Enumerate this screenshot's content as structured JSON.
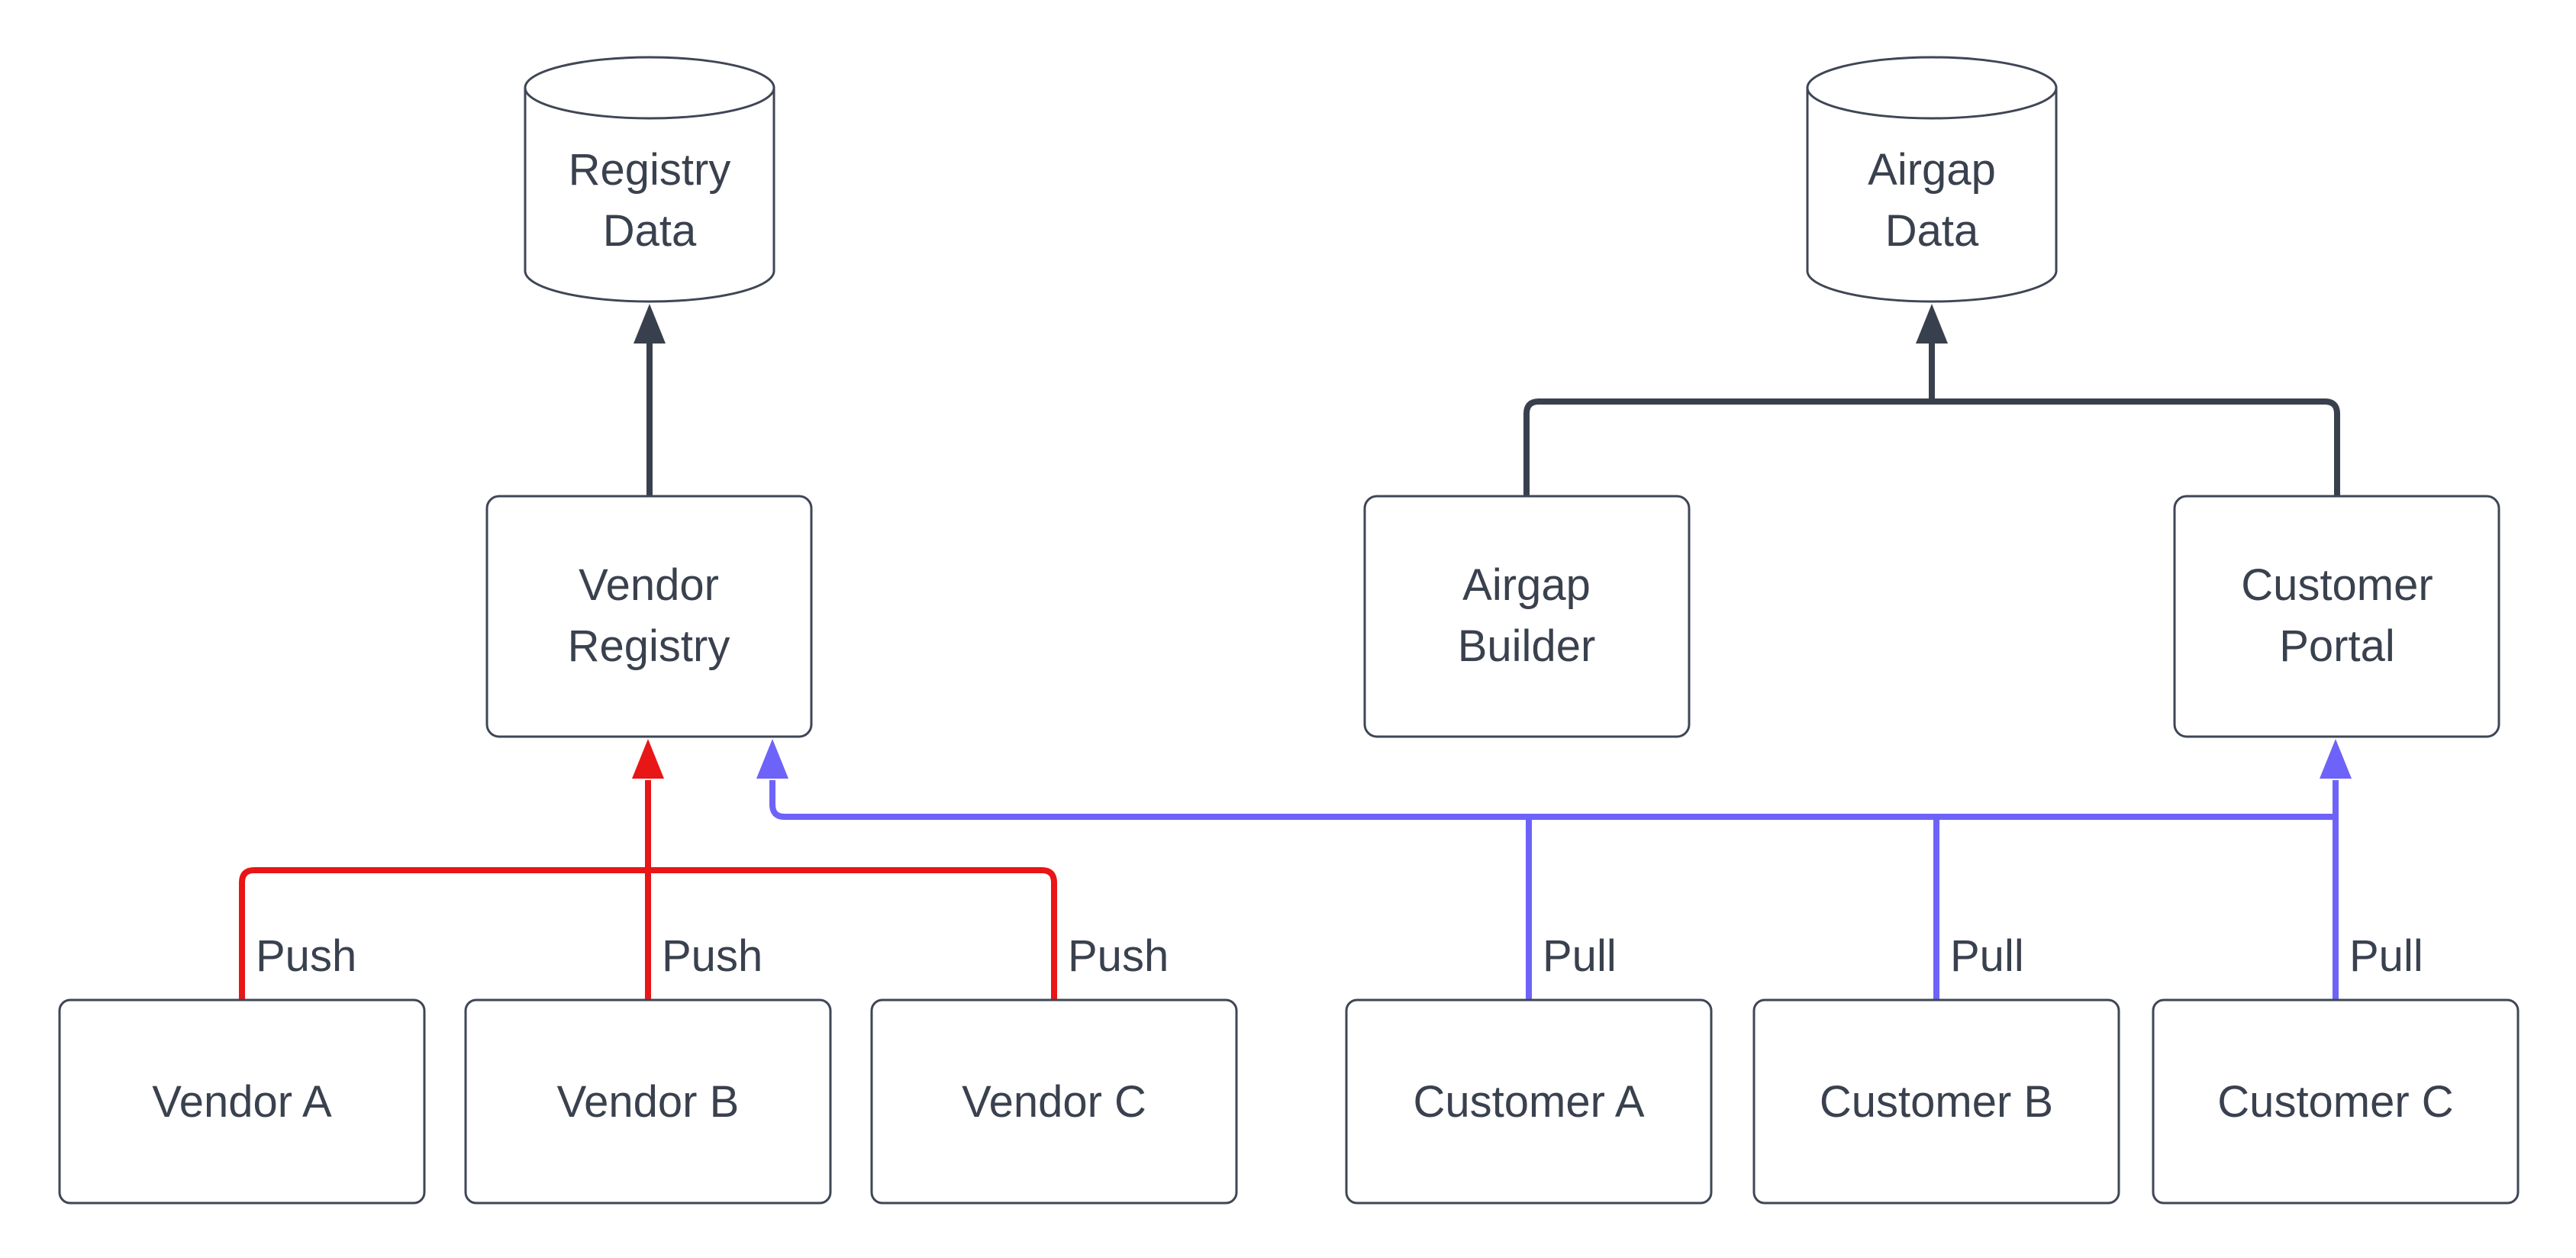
{
  "diagram": {
    "colors": {
      "background": "#ffffff",
      "text": "#3a414e",
      "node_border": "#3f4655",
      "line_dark": "#39404d",
      "push_red": "#e81616",
      "pull_blue": "#6e63f8"
    },
    "nodes": {
      "registry_data": {
        "shape": "cylinder",
        "lines": [
          "Registry",
          "Data"
        ]
      },
      "airgap_data": {
        "shape": "cylinder",
        "lines": [
          "Airgap",
          "Data"
        ]
      },
      "vendor_registry": {
        "shape": "process",
        "lines": [
          "Vendor",
          "Registry"
        ]
      },
      "airgap_builder": {
        "shape": "process",
        "lines": [
          "Airgap",
          "Builder"
        ]
      },
      "customer_portal": {
        "shape": "process",
        "lines": [
          "Customer",
          "Portal"
        ]
      },
      "vendor_a": {
        "shape": "process",
        "label": "Vendor A"
      },
      "vendor_b": {
        "shape": "process",
        "label": "Vendor B"
      },
      "vendor_c": {
        "shape": "process",
        "label": "Vendor C"
      },
      "customer_a": {
        "shape": "process",
        "label": "Customer A"
      },
      "customer_b": {
        "shape": "process",
        "label": "Customer B"
      },
      "customer_c": {
        "shape": "process",
        "label": "Customer C"
      }
    },
    "edge_labels": {
      "push_a": "Push",
      "push_b": "Push",
      "push_c": "Push",
      "pull_a": "Pull",
      "pull_b": "Pull",
      "pull_c": "Pull"
    }
  }
}
